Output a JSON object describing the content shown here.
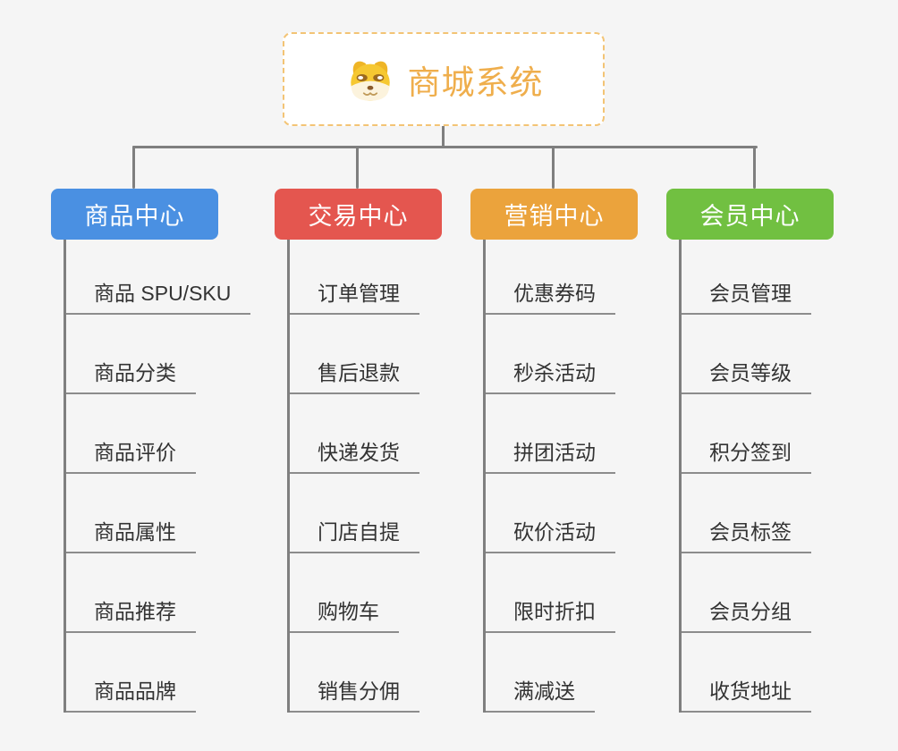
{
  "root": {
    "title": "商城系统",
    "icon": "shiba-dog-icon"
  },
  "branches": [
    {
      "label": "商品中心",
      "color": "#4a90e2",
      "items": [
        "商品 SPU/SKU",
        "商品分类",
        "商品评价",
        "商品属性",
        "商品推荐",
        "商品品牌"
      ]
    },
    {
      "label": "交易中心",
      "color": "#e4564f",
      "items": [
        "订单管理",
        "售后退款",
        "快递发货",
        "门店自提",
        "购物车",
        "销售分佣"
      ]
    },
    {
      "label": "营销中心",
      "color": "#eba33c",
      "items": [
        "优惠券码",
        "秒杀活动",
        "拼团活动",
        "砍价活动",
        "限时折扣",
        "满减送"
      ]
    },
    {
      "label": "会员中心",
      "color": "#71c041",
      "items": [
        "会员管理",
        "会员等级",
        "积分签到",
        "会员标签",
        "会员分组",
        "收货地址"
      ]
    }
  ],
  "colors": {
    "background": "#f5f5f5",
    "connector": "#7f7f7f",
    "leaf_underline": "#8c8c8c",
    "leaf_text": "#333333",
    "root_border_dashed": "#f3c475",
    "root_title": "#efae4c"
  }
}
